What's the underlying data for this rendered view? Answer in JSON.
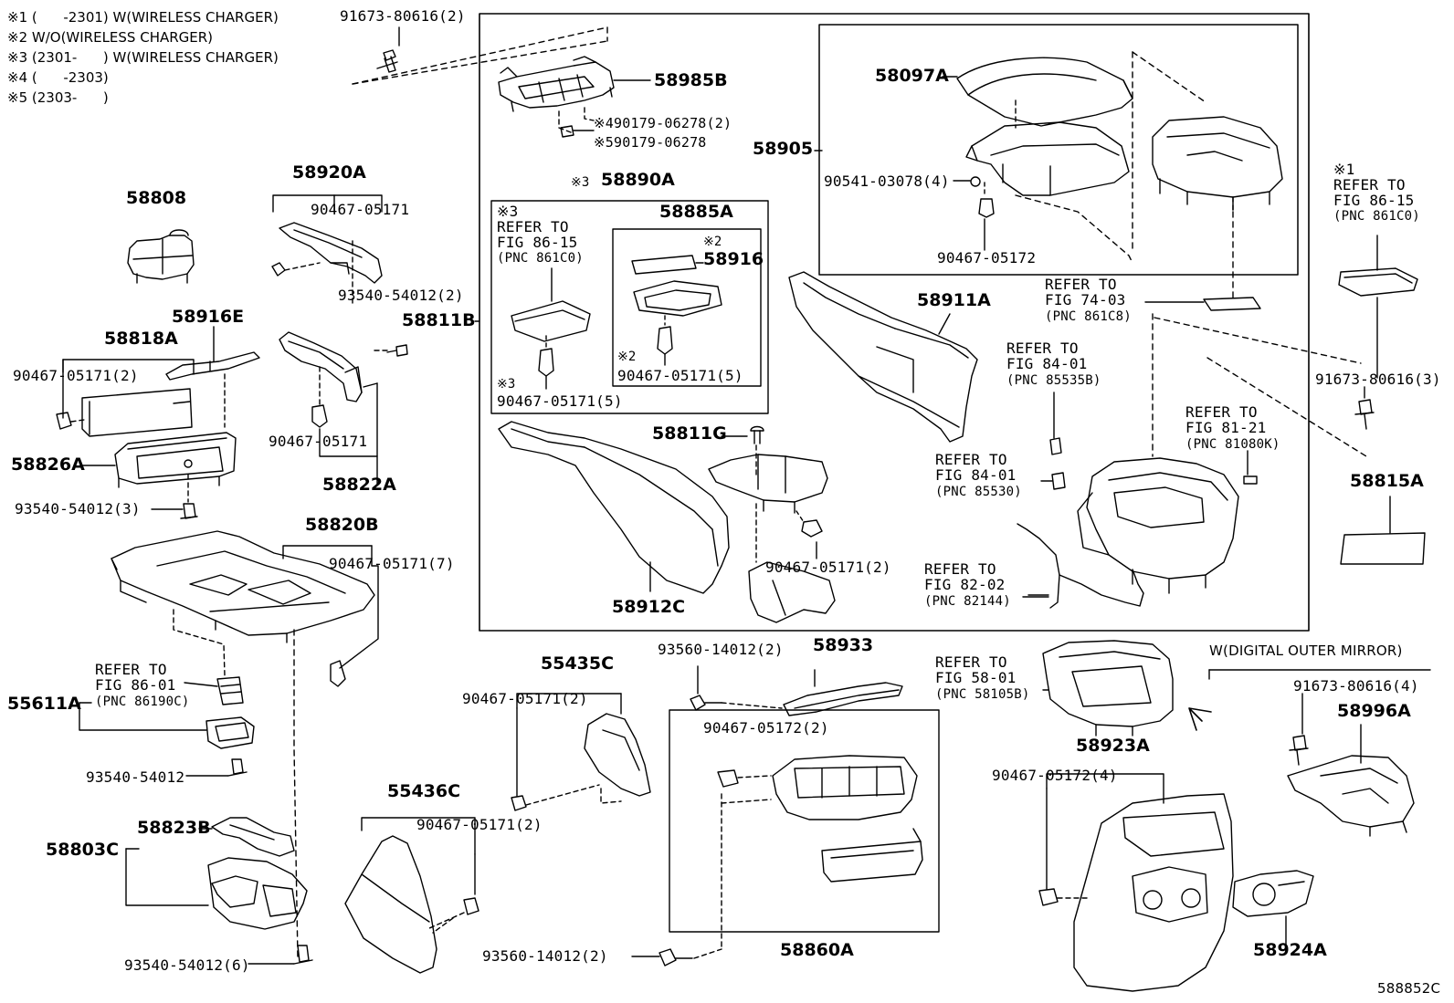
{
  "notes": [
    "※1 (      -2301) W(WIRELESS CHARGER)",
    "※2 W/O(WIRELESS CHARGER)",
    "※3 (2301-      ) W(WIRELESS CHARGER)",
    "※4 (      -2303)",
    "※5 (2303-      )"
  ],
  "parts": {
    "p91673_top": "91673-80616(2)",
    "p58985B": "58985B",
    "p4_90179": "※490179-06278(2)",
    "p5_90179": "※590179-06278",
    "p58097A": "58097A",
    "p58905": "58905",
    "p90541": "90541-03078(4)",
    "p90467_05172_top": "90467-05172",
    "p58920A": "58920A",
    "p90467_920": "90467-05171",
    "p58808": "58808",
    "p93540_2": "93540-54012(2)",
    "p58811B": "58811B",
    "p58916E": "58916E",
    "p58818A": "58818A",
    "p90467_818": "90467-05171(2)",
    "p58826A": "58826A",
    "p93540_3": "93540-54012(3)",
    "p90467_822": "90467-05171",
    "p58822A": "58822A",
    "p58890A": "58890A",
    "p58890A_mark": "※3",
    "p58885A": "58885A",
    "p58916": "58916",
    "p58916_mark": "※2",
    "p90467_890": "90467-05171(5)",
    "p90467_890_mark": "※3",
    "p90467_885": "90467-05171(5)",
    "p90467_885_mark": "※2",
    "p58911A": "58911A",
    "p58811G": "58811G",
    "p58912C": "58912C",
    "p90467_811": "90467-05171(2)",
    "p58820B": "58820B",
    "p90467_7": "90467-05171(7)",
    "p55611A": "55611A",
    "p93540_1": "93540-54012",
    "p58823B": "58823B",
    "p58803C": "58803C",
    "p93540_6": "93540-54012(6)",
    "p55435C": "55435C",
    "p90467_435": "90467-05171(2)",
    "p55436C": "55436C",
    "p90467_436": "90467-05171(2)",
    "p93560_top": "93560-14012(2)",
    "p58933": "58933",
    "p90467_05172_2": "90467-05172(2)",
    "p93560_bot": "93560-14012(2)",
    "p58860A": "58860A",
    "p58923A": "58923A",
    "p90467_05172_4": "90467-05172(4)",
    "p58924A": "58924A",
    "p91673_3": "91673-80616(3)",
    "p58815A": "58815A",
    "p91673_4": "91673-80616(4)",
    "p58996A": "58996A",
    "digital_mirror": "W(DIGITAL OUTER MIRROR)",
    "diagram_code": "588852C"
  },
  "refs": {
    "r1": {
      "mark": "※3",
      "l1": "REFER TO",
      "l2": "FIG 86-15",
      "pnc": "(PNC 861C0)"
    },
    "r2": {
      "mark": "※1",
      "l1": "REFER TO",
      "l2": "FIG 86-15",
      "pnc": "(PNC 861C0)"
    },
    "r3": {
      "l1": "REFER TO",
      "l2": "FIG 74-03",
      "pnc": "(PNC 861C8)"
    },
    "r4": {
      "l1": "REFER TO",
      "l2": "FIG 84-01",
      "pnc": "(PNC 85535B)"
    },
    "r5": {
      "l1": "REFER TO",
      "l2": "FIG 81-21",
      "pnc": "(PNC 81080K)"
    },
    "r6": {
      "l1": "REFER TO",
      "l2": "FIG 84-01",
      "pnc": "(PNC 85530)"
    },
    "r7": {
      "l1": "REFER TO",
      "l2": "FIG 82-02",
      "pnc": "(PNC 82144)"
    },
    "r8": {
      "l1": "REFER TO",
      "l2": "FIG 86-01",
      "pnc": "(PNC 86190C)"
    },
    "r9": {
      "l1": "REFER TO",
      "l2": "FIG 58-01",
      "pnc": "(PNC 58105B)"
    }
  }
}
